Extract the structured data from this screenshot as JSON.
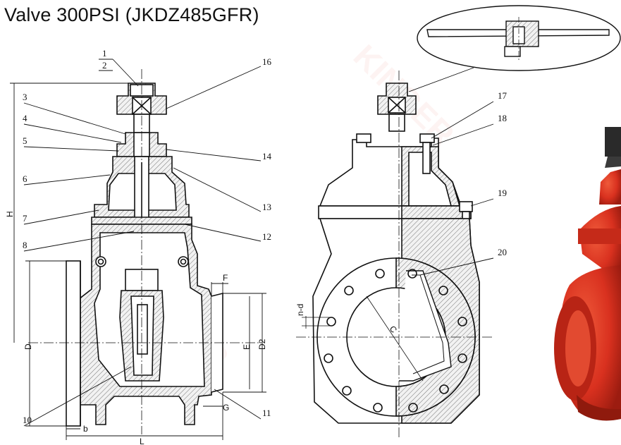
{
  "title": "Valve 300PSI (JKDZ485GFR)",
  "watermark": "KINGER",
  "callouts": [
    {
      "id": "1"
    },
    {
      "id": "2"
    },
    {
      "id": "3"
    },
    {
      "id": "4"
    },
    {
      "id": "5"
    },
    {
      "id": "6"
    },
    {
      "id": "7"
    },
    {
      "id": "8"
    },
    {
      "id": "10"
    },
    {
      "id": "11"
    },
    {
      "id": "12"
    },
    {
      "id": "13"
    },
    {
      "id": "14"
    },
    {
      "id": "16"
    },
    {
      "id": "17"
    },
    {
      "id": "18"
    },
    {
      "id": "19"
    },
    {
      "id": "20"
    }
  ],
  "dimensions": {
    "H": "H",
    "D": "D",
    "L": "L",
    "b": "b",
    "F": "F",
    "G": "G",
    "E": "E",
    "D2": "D2",
    "C": "C",
    "nd": "n-d"
  },
  "colors": {
    "line": "#111111",
    "hatch": "#888888",
    "valve_red": "#d9311f"
  }
}
